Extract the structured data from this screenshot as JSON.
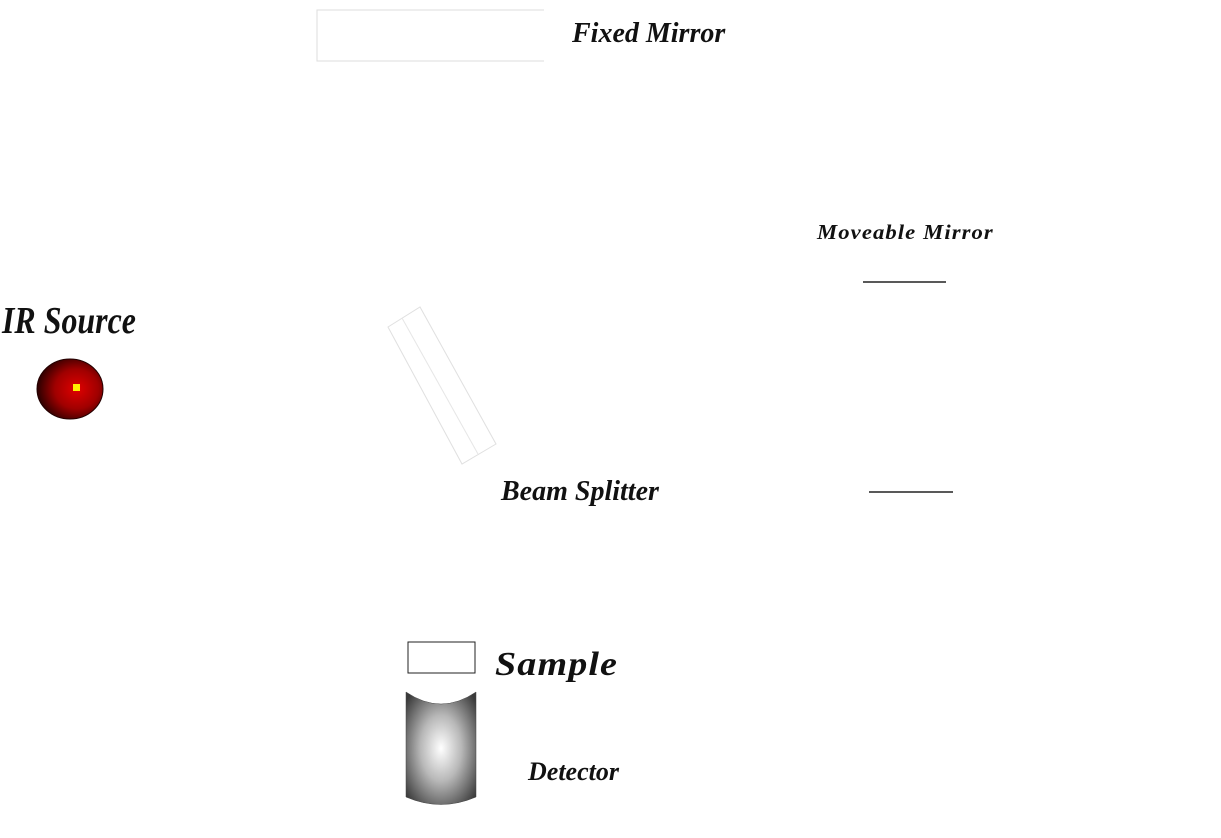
{
  "diagram": {
    "labels": {
      "fixed_mirror": "Fixed Mirror",
      "moveable_mirror": "Moveable Mirror",
      "ir_source": "IR Source",
      "beam_splitter": "Beam Splitter",
      "sample": "Sample",
      "detector": "Detector"
    },
    "colors": {
      "source_outer": "#3a0000",
      "source_mid": "#b00000",
      "source_core": "#ffee00",
      "detector_light": "#ffffff",
      "detector_dark": "#3a3a3a",
      "outline": "#d8d8d8"
    }
  }
}
